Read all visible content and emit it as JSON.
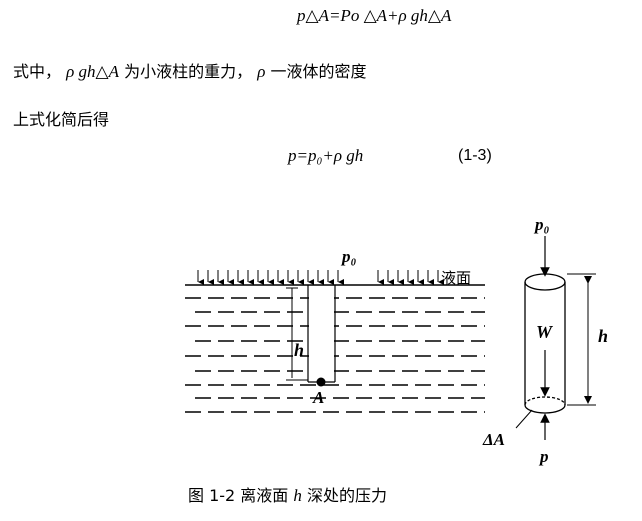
{
  "equations": {
    "eq1": "p△A=Po  △A+ρ gh△A",
    "eq2": "p=p₀+ρ gh",
    "eq2_number": "(1-3)"
  },
  "text": {
    "line2_prefix": "式中，",
    "line2_math": "ρ gh△A",
    "line2_middle": "为小液柱的重力，",
    "line2_rho": "ρ",
    "line2_suffix": "一液体的密度",
    "line3": "上式化简后得"
  },
  "figure": {
    "label_p0_top": "p₀",
    "label_surface": "液面",
    "label_h_left": "h",
    "label_A": "A",
    "label_p0_right": "p₀",
    "label_W": "W",
    "label_h_right": "h",
    "label_deltaA": "ΔA",
    "label_p_bottom": "p"
  },
  "caption": {
    "prefix": "图 1-2 离液面",
    "math": "h",
    "suffix": "深处的压力"
  }
}
